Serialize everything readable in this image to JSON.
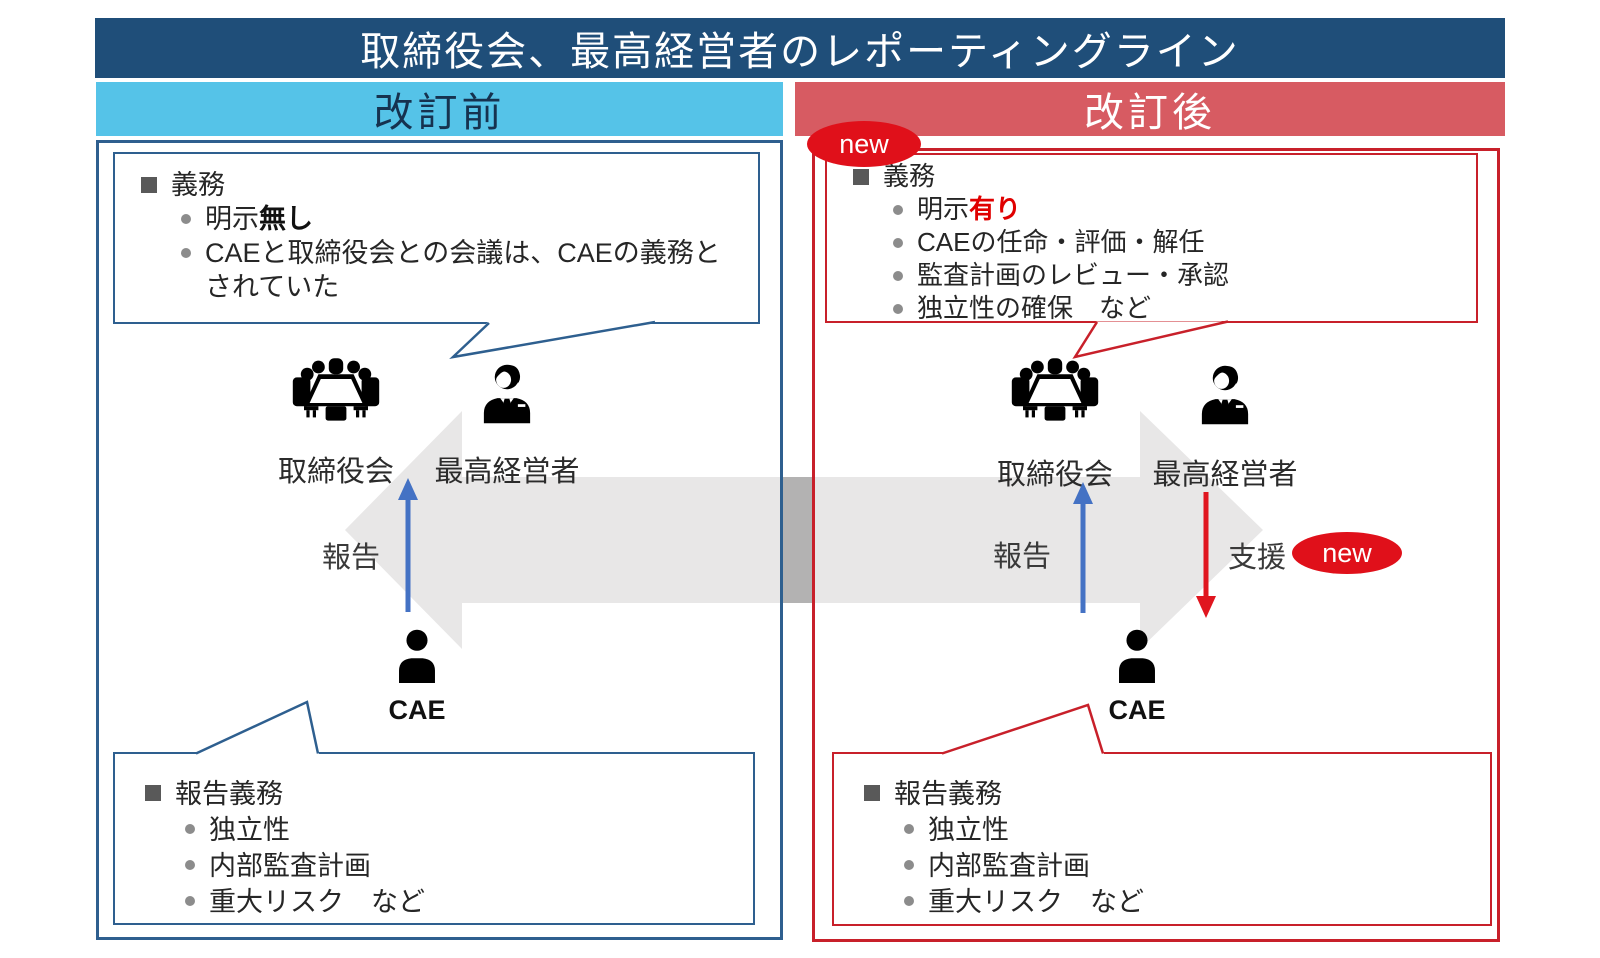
{
  "title": "取締役会、最高経営者のレポーティングライン",
  "before": {
    "header": "改訂前",
    "duty_bubble": {
      "heading": "義務",
      "item1_prefix": "明示",
      "item1_emphasis": "無し",
      "item2": "CAEと取締役会との会議は、CAEの義務とされていた"
    },
    "board_label": "取締役会",
    "ceo_label": "最高経営者",
    "cae_label": "CAE",
    "report_label": "報告",
    "report_bubble": {
      "heading": "報告義務",
      "items": [
        "独立性",
        "内部監査計画",
        "重大リスク　など"
      ]
    }
  },
  "after": {
    "header": "改訂後",
    "new_badge": "new",
    "duty_bubble": {
      "heading": "義務",
      "item1_prefix": "明示",
      "item1_emphasis": "有り",
      "items": [
        "CAEの任命・評価・解任",
        "監査計画のレビュー・承認",
        "独立性の確保　など"
      ]
    },
    "board_label": "取締役会",
    "ceo_label": "最高経営者",
    "cae_label": "CAE",
    "report_label": "報告",
    "support_label": "支援",
    "support_new_badge": "new",
    "report_bubble": {
      "heading": "報告義務",
      "items": [
        "独立性",
        "内部監査計画",
        "重大リスク　など"
      ]
    }
  },
  "colors": {
    "title_bar": "#1F4E79",
    "header_before_bg": "#55C3E8",
    "header_after_bg": "#D75B62",
    "border_blue": "#2E5F8F",
    "border_red": "#C8202A",
    "badge_red": "#E0101A",
    "arrow_blue": "#4472C4",
    "arrow_red": "#E0161F",
    "emphasis_red": "#E00000",
    "big_arrow_gray": "#E8E7E7",
    "big_arrow_overlap_gray": "#B3B2B2"
  }
}
